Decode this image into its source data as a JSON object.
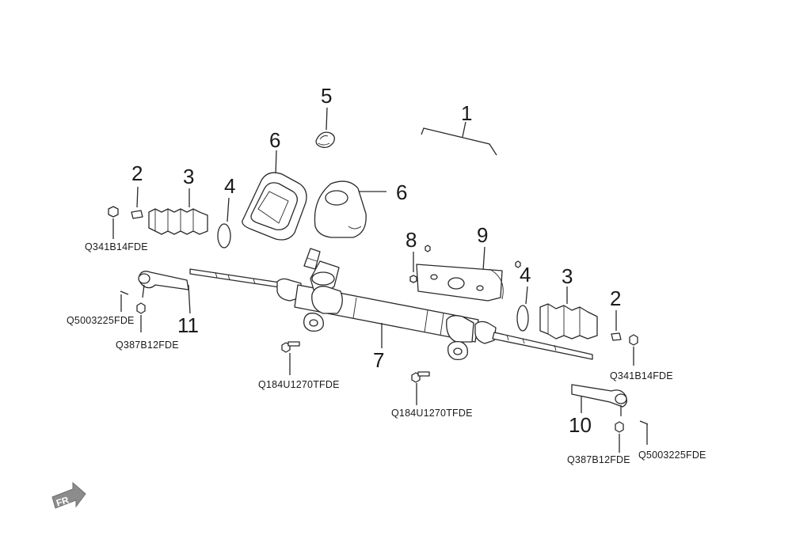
{
  "callouts": {
    "n1": "1",
    "n2a": "2",
    "n2b": "2",
    "n3a": "3",
    "n3b": "3",
    "n4a": "4",
    "n4b": "4",
    "n5": "5",
    "n6a": "6",
    "n6b": "6",
    "n7": "7",
    "n8": "8",
    "n9": "9",
    "n10": "10",
    "n11": "11"
  },
  "codes": {
    "nut_left": "Q341B14FDE",
    "cotter_left": "Q5003225FDE",
    "castle_nut_left": "Q387B12FDE",
    "bolt_left": "Q184U1270TFDE",
    "bolt_right": "Q184U1270TFDE",
    "nut_right": "Q341B14FDE",
    "castle_nut_right": "Q387B12FDE",
    "cotter_right": "Q5003225FDE"
  },
  "fr_label": "FR",
  "colors": {
    "ink": "#2a2a2a",
    "fr_badge": "#8c8c8c"
  }
}
